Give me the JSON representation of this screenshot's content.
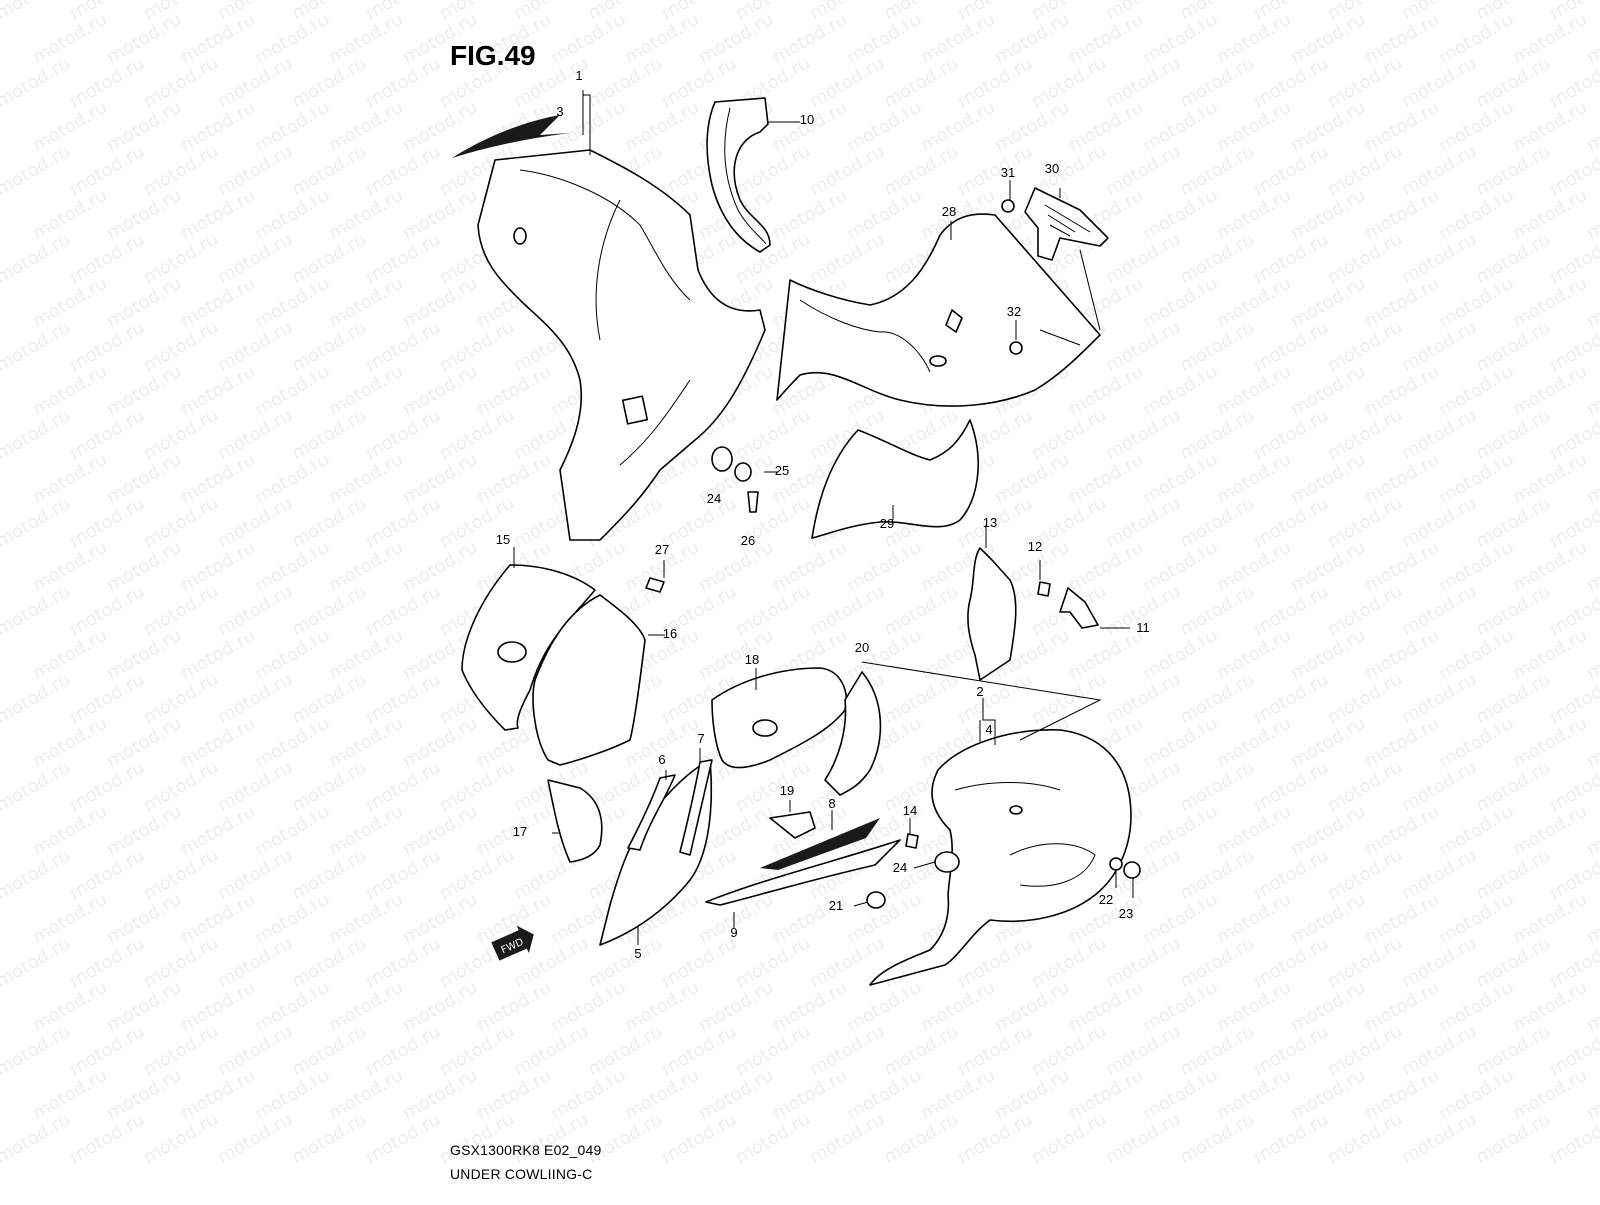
{
  "figure": {
    "title": "FIG.49",
    "model_code": "GSX1300RK8 E02_049",
    "caption": "UNDER COWLIING-C",
    "watermark": "motod.ru"
  },
  "callouts": [
    "1",
    "2",
    "3",
    "4",
    "5",
    "6",
    "7",
    "8",
    "9",
    "10",
    "11",
    "12",
    "13",
    "14",
    "15",
    "16",
    "17",
    "18",
    "19",
    "20",
    "21",
    "22",
    "23",
    "24",
    "24",
    "25",
    "26",
    "27",
    "28",
    "29",
    "30",
    "31",
    "32"
  ],
  "icons": {
    "direction_badge": "fwd-arrow-icon",
    "direction_badge_text": "FWD"
  },
  "colors": {
    "line": "#000000",
    "background": "#ffffff",
    "watermark": "#000000"
  }
}
